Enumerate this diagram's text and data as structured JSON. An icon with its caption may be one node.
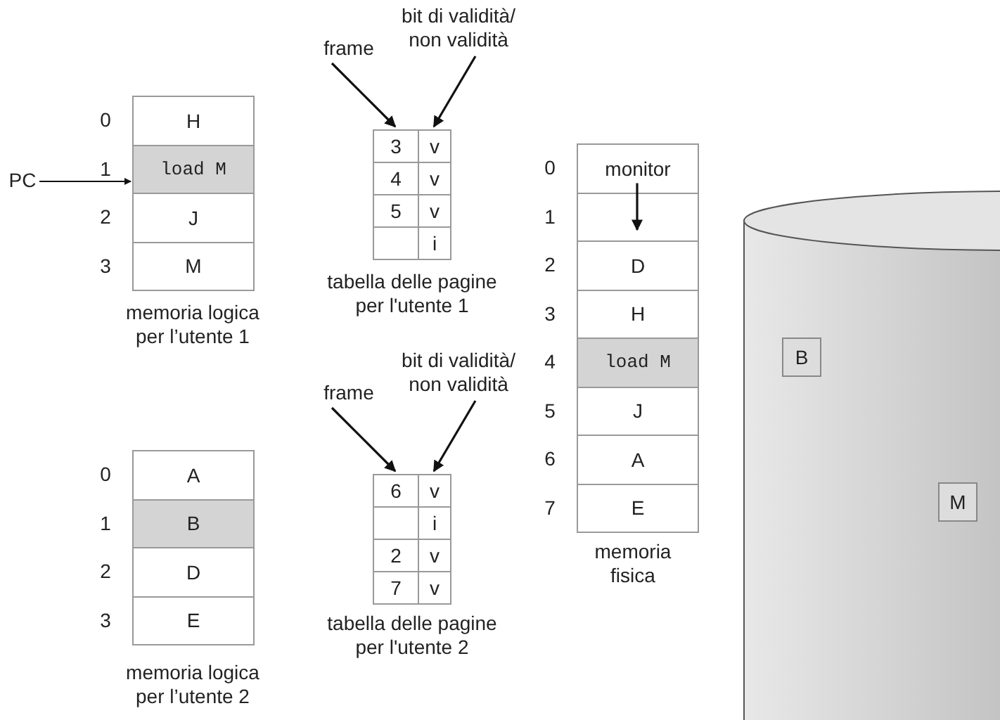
{
  "diagram": {
    "nodes": [
      {
        "text": [
          "memoria logica per l’utente 1"
        ]
      },
      {
        "text": [
          "H"
        ],
        "in": 0,
        "beside": [
          "0"
        ]
      },
      {
        "text": [
          "load M"
        ],
        "in": 0,
        "beside": [
          "1"
        ]
      },
      {
        "text": [
          "J"
        ],
        "in": 0,
        "beside": [
          "2"
        ]
      },
      {
        "text": [
          "M"
        ],
        "in": 0,
        "beside": [
          "3"
        ]
      },
      {
        "text": [
          "PC"
        ]
      },
      {
        "text": [
          "frame"
        ]
      },
      {
        "text": [
          "bit di validità/ non validità"
        ]
      },
      {
        "text": [
          "tabella delle pagine per l'utente 1"
        ]
      },
      {
        "text": [
          "3"
        ],
        "in": 8
      },
      {
        "text": [
          "v"
        ],
        "in": 8
      },
      {
        "text": [
          "4"
        ],
        "in": 8
      },
      {
        "text": [
          "v"
        ],
        "in": 8
      },
      {
        "text": [
          "5"
        ],
        "in": 8
      },
      {
        "text": [
          "v"
        ],
        "in": 8
      },
      {
        "text": [],
        "shape": "box",
        "in": 8
      },
      {
        "text": [
          "i"
        ],
        "in": 8
      },
      {
        "text": [
          "memoria fisica"
        ]
      },
      {
        "text": [
          "monitor"
        ],
        "in": 17,
        "beside": [
          "0"
        ]
      },
      {
        "text": [],
        "shape": "box",
        "in": 17,
        "beside": [
          "1"
        ]
      },
      {
        "text": [
          "D"
        ],
        "in": 17,
        "beside": [
          "2"
        ]
      },
      {
        "text": [
          "H"
        ],
        "in": 17,
        "beside": [
          "3"
        ]
      },
      {
        "text": [
          "load M"
        ],
        "in": 17,
        "beside": [
          "4"
        ]
      },
      {
        "text": [
          "J"
        ],
        "in": 17,
        "beside": [
          "5"
        ]
      },
      {
        "text": [
          "A"
        ],
        "in": 17,
        "beside": [
          "6"
        ]
      },
      {
        "text": [
          "E"
        ],
        "in": 17,
        "beside": [
          "7"
        ]
      },
      {
        "text": [
          "frame"
        ]
      },
      {
        "text": [
          "bit di validità/ non validità"
        ]
      },
      {
        "text": [
          "tabella delle pagine per l'utente 2"
        ]
      },
      {
        "text": [
          "6"
        ],
        "in": 28
      },
      {
        "text": [
          "v"
        ],
        "in": 28
      },
      {
        "text": [],
        "shape": "box",
        "in": 28
      },
      {
        "text": [
          "i"
        ],
        "in": 28
      },
      {
        "text": [
          "2"
        ],
        "in": 28
      },
      {
        "text": [
          "v"
        ],
        "in": 28
      },
      {
        "text": [
          "7"
        ],
        "in": 28
      },
      {
        "text": [
          "v"
        ],
        "in": 28
      },
      {
        "text": [
          "memoria logica per l’utente 2"
        ]
      },
      {
        "text": [
          "A"
        ],
        "in": 37,
        "beside": [
          "0"
        ]
      },
      {
        "text": [
          "B"
        ],
        "in": 37,
        "beside": [
          "1"
        ]
      },
      {
        "text": [
          "D"
        ],
        "in": 37,
        "beside": [
          "2"
        ]
      },
      {
        "text": [
          "E"
        ],
        "in": 37,
        "beside": [
          "3"
        ]
      },
      {
        "text": [],
        "shape": "cylinder"
      },
      {
        "text": [
          "B"
        ],
        "in": 42
      },
      {
        "text": [
          "M"
        ],
        "in": 42
      }
    ],
    "edges": [
      {
        "from": 5,
        "to": 2,
        "arrow": "to"
      },
      {
        "from": 6,
        "to": 9,
        "arrow": "to"
      },
      {
        "from": 7,
        "to": 10,
        "arrow": "to"
      },
      {
        "from": 18,
        "to": 19,
        "arrow": "to"
      },
      {
        "from": 26,
        "to": 29,
        "arrow": "to"
      },
      {
        "from": 27,
        "to": 30,
        "arrow": "to"
      }
    ]
  }
}
